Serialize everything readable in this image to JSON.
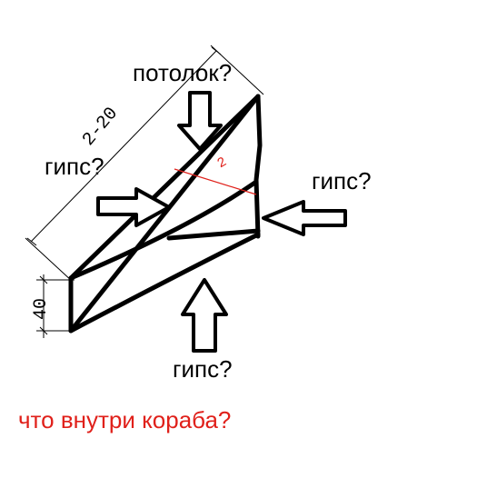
{
  "labels": {
    "top": "потолок?",
    "left": "гипс?",
    "right": "гипс?",
    "bottom": "гипс?"
  },
  "dimensions": {
    "length": "2-20",
    "height": "40",
    "mid": "2"
  },
  "question": "что внутри кораба?",
  "colors": {
    "ink": "#000000",
    "accent": "#e0201a",
    "background": "#ffffff"
  }
}
